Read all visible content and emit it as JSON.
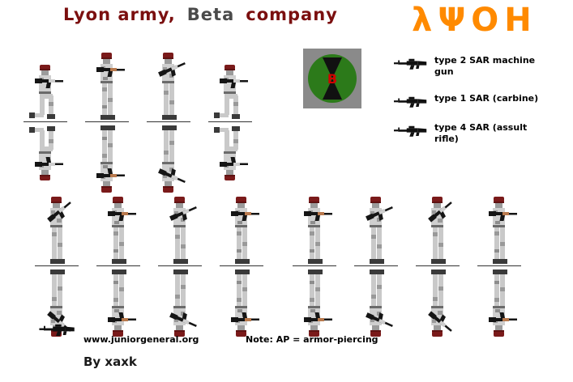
{
  "page": {
    "title": {
      "part1": "Lyon army,",
      "part2": "Beta",
      "part3": "company"
    },
    "glyphs": "λΨOH",
    "badge": {
      "letter": "B"
    },
    "legend": [
      {
        "icon": "machine-gun-icon",
        "label": "type 2 SAR machine gun"
      },
      {
        "icon": "carbine-icon",
        "label": "type 1 SAR (carbine)"
      },
      {
        "icon": "assault-rifle-icon",
        "label": "type 4 SAR (assult rifle)"
      }
    ],
    "footer": {
      "url": "www.juniorgeneral.org",
      "note": "Note: AP = armor-piercing",
      "byline": "By xaxk"
    },
    "colors": {
      "title_maroon": "#7b0f0f",
      "title_gray": "#4a4a4a",
      "glyph_orange": "#ff8a00",
      "helmet_maroon": "#7a1a1a",
      "uniform_gray": "#cfcfcf",
      "rifle_black": "#151515",
      "badge_green": "#2c7a1a",
      "badge_gray": "#8a8a8a",
      "badge_letter_red": "#d40000"
    },
    "figures": {
      "row1_poses": [
        "kneel",
        "fire",
        "aim",
        "kneel"
      ],
      "row2_left_poses": [
        "stand",
        "fire",
        "aim",
        "fire"
      ],
      "row2_right_poses": [
        "fire",
        "aim",
        "stand",
        "fire"
      ]
    }
  }
}
